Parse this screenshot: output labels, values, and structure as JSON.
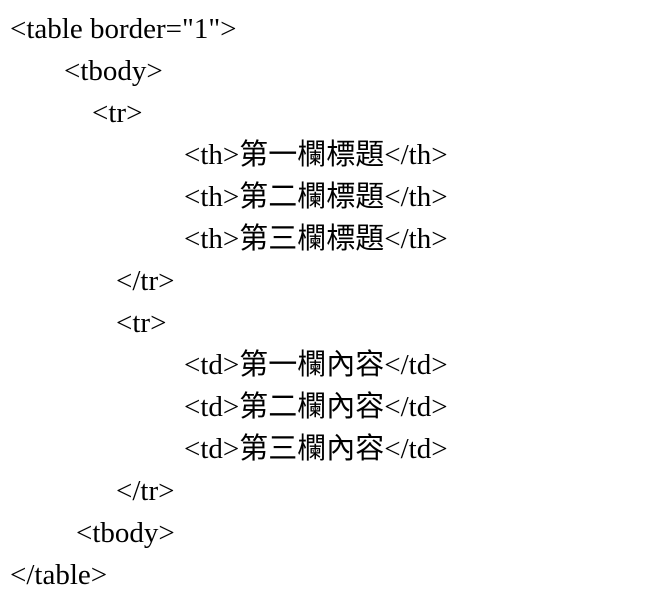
{
  "colors": {
    "background": "#ffffff",
    "text": "#000000"
  },
  "code": {
    "language": "html-source-listing",
    "lines": [
      {
        "text": "<table border=\"1\">"
      },
      {
        "text": "<tbody>"
      },
      {
        "text": "<tr>"
      },
      {
        "text": "<th>第一欄標題</th>"
      },
      {
        "text": "<th>第二欄標題</th>"
      },
      {
        "text": "<th>第三欄標題</th>"
      },
      {
        "text": "</tr>"
      },
      {
        "text": "<tr>"
      },
      {
        "text": "<td>第一欄內容</td>"
      },
      {
        "text": "<td>第二欄內容</td>"
      },
      {
        "text": "<td>第三欄內容</td>"
      },
      {
        "text": "</tr>"
      },
      {
        "text": "<tbody>"
      },
      {
        "text": "</table>"
      }
    ]
  }
}
